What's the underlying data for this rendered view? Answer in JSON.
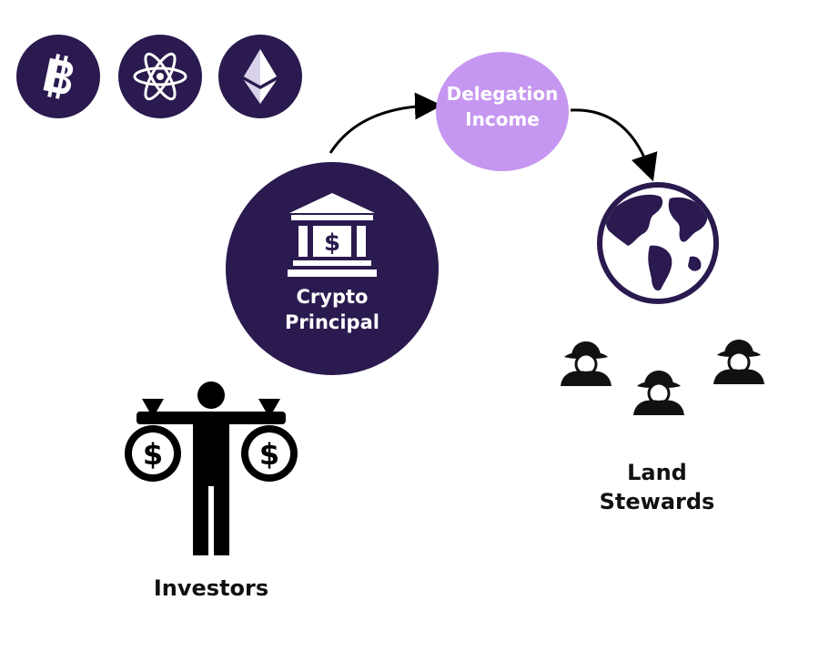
{
  "coins": [
    {
      "icon": "bitcoin-icon",
      "color": "#2a1a4f"
    },
    {
      "icon": "cosmos-atom-icon",
      "color": "#2a1a4f"
    },
    {
      "icon": "ethereum-icon",
      "color": "#2a1a4f"
    }
  ],
  "principal": {
    "line1": "Crypto",
    "line2": "Principal",
    "icon": "bank-icon",
    "color": "#2a1a4f"
  },
  "delegation": {
    "line1": "Delegation",
    "line2": "Income",
    "color": "#c697f0"
  },
  "investors": {
    "label": "Investors",
    "icon": "investor-money-bags-icon"
  },
  "stewards": {
    "line1": "Land",
    "line2": "Stewards",
    "icon": "land-steward-icon"
  },
  "globe": {
    "icon": "globe-icon"
  },
  "bag_symbol": "$"
}
